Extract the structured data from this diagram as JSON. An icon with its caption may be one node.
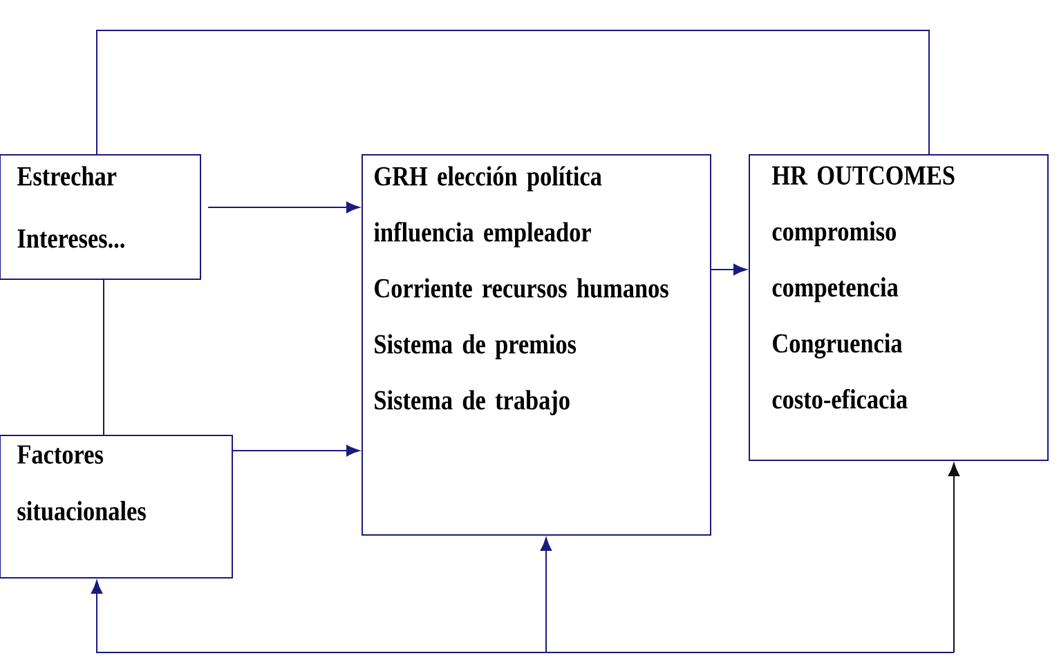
{
  "diagram": {
    "nodes": [
      {
        "text": [
          "Estrechar Intereses..."
        ]
      },
      {
        "text": [
          "Factores situacionales"
        ]
      },
      {
        "text": [
          "GRH elección política",
          "influencia empleador",
          "Corriente recursos humanos",
          "Sistema de premios",
          "Sistema de trabajo"
        ]
      },
      {
        "text": [
          "HR OUTCOMES",
          "compromiso",
          "competencia",
          "Congruencia",
          "costo-eficacia"
        ]
      }
    ],
    "edges": [
      {
        "from": 0,
        "to": 2,
        "arrow": "to"
      },
      {
        "from": 1,
        "to": 2,
        "arrow": "to"
      },
      {
        "from": 2,
        "to": 3,
        "arrow": "to"
      },
      {
        "from": 0,
        "to": 1,
        "arrow": "none",
        "color": "#222222"
      },
      {
        "from": 3,
        "to": 0,
        "arrow": "none"
      },
      {
        "from": null,
        "to": 1,
        "arrow": "to"
      },
      {
        "from": null,
        "to": 2,
        "arrow": "to"
      },
      {
        "from": null,
        "to": 3,
        "arrow": "to",
        "color": "#111111"
      }
    ]
  }
}
